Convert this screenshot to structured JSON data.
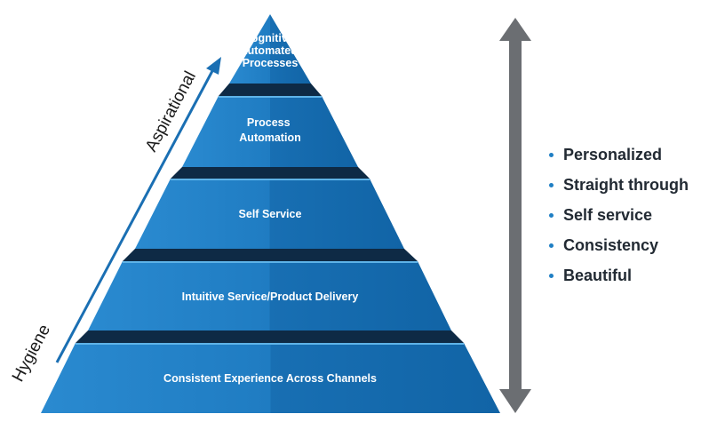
{
  "pyramid": {
    "tiers": [
      {
        "label_lines": [
          "Cognitive",
          "Automated",
          "Processes"
        ]
      },
      {
        "label_lines": [
          "Process",
          "Automation"
        ]
      },
      {
        "label_lines": [
          "Self Service"
        ]
      },
      {
        "label_lines": [
          "Intuitive Service/Product Delivery"
        ]
      },
      {
        "label_lines": [
          "Consistent Experience Across Channels"
        ]
      }
    ]
  },
  "axis": {
    "top_label": "Aspirational",
    "bottom_label": "Hygiene"
  },
  "bullets": [
    "Personalized",
    "Straight through",
    "Self service",
    "Consistency",
    "Beautiful"
  ],
  "colors": {
    "tier_light": "#2a8ad0",
    "tier_dark": "#1164a6",
    "tier_top_edge": "#5eb3e8",
    "shadow_band": "#0e2a45",
    "diagonal_arrow": "#1a6fb3",
    "vertical_arrow": "#6b6e72",
    "bullet_dot": "#1f7fc4"
  }
}
